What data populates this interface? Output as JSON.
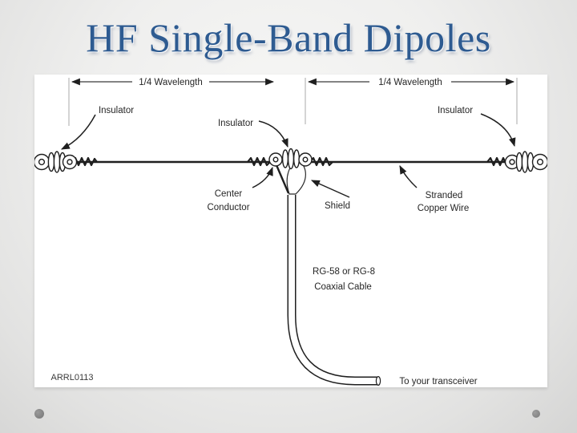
{
  "slide": {
    "title": "HF Single-Band Dipoles"
  },
  "colors": {
    "title_blue": "#2e5b91",
    "diagram_ink": "#1f1f1f",
    "tick_gray": "#a8a8a8",
    "decoration_dot_gray": "#7f7f7f",
    "panel_background": "#ffffff"
  },
  "diagram": {
    "figure_id": "ARRL0113",
    "dimension_left": "1/4 Wavelength",
    "dimension_right": "1/4 Wavelength",
    "insulator_left": "Insulator",
    "insulator_center": "Insulator",
    "insulator_right": "Insulator",
    "center_conductor": [
      "Center",
      "Conductor"
    ],
    "shield": "Shield",
    "stranded_copper_wire": [
      "Stranded",
      "Copper Wire"
    ],
    "coax_cable": [
      "RG-58 or RG-8",
      "Coaxial Cable"
    ],
    "transceiver": "To your transceiver"
  }
}
